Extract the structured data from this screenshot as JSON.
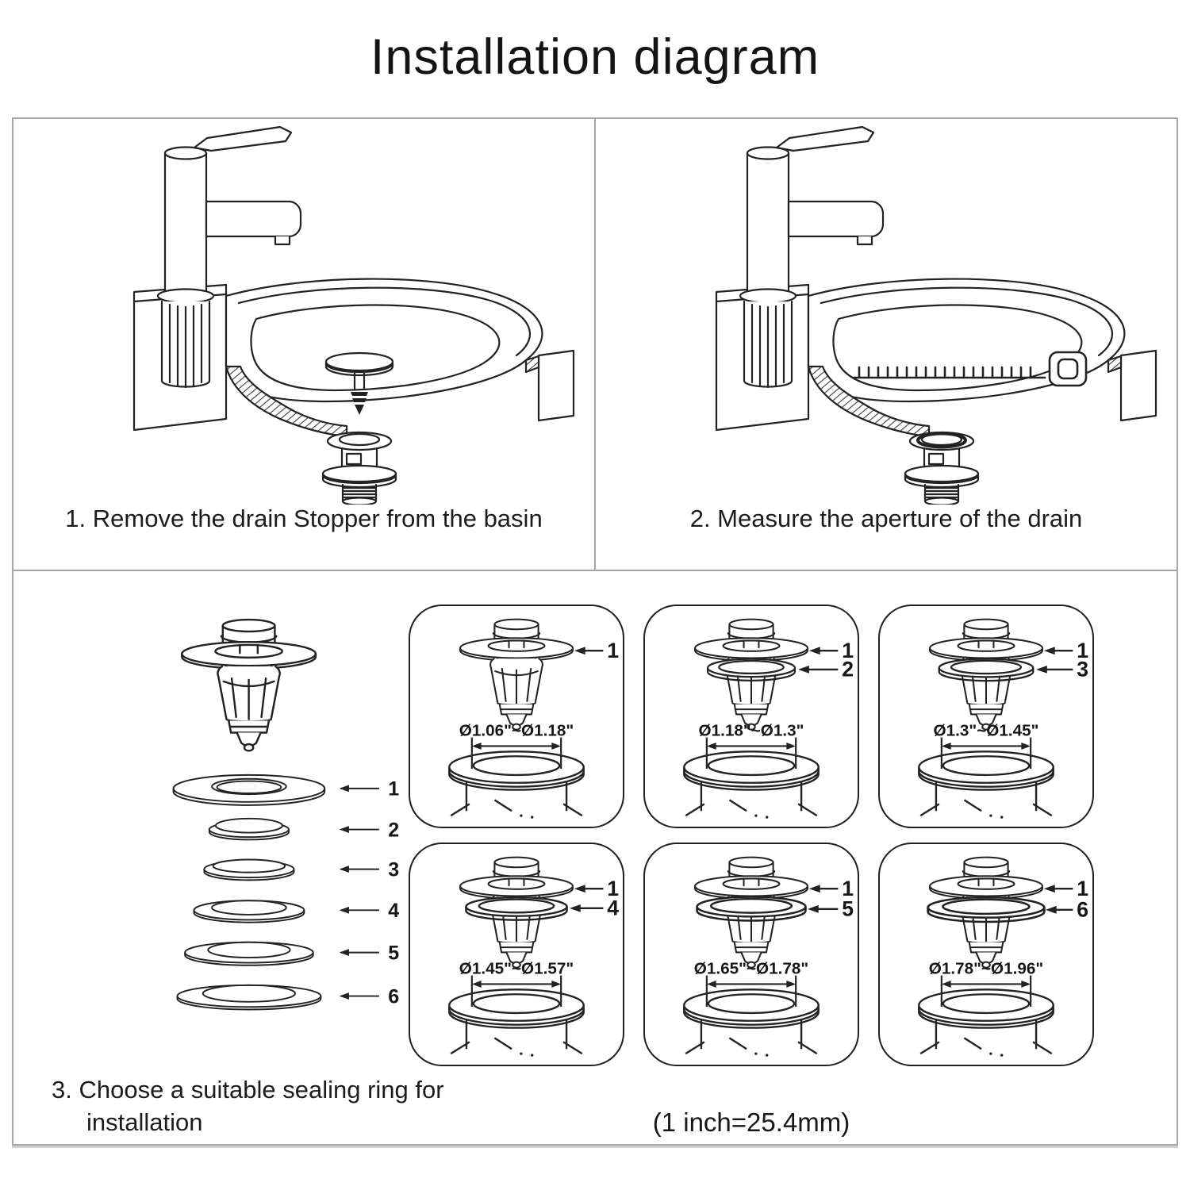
{
  "title": "Installation diagram",
  "unit_note": "(1 inch=25.4mm)",
  "steps": [
    {
      "caption": "1. Remove the drain Stopper from the basin"
    },
    {
      "caption": "2. Measure the aperture of the drain"
    },
    {
      "caption_line1": "3. Choose a suitable sealing ring for",
      "caption_line2": "installation"
    }
  ],
  "exploded_view": {
    "part_labels": [
      "1",
      "2",
      "3",
      "4",
      "5",
      "6"
    ]
  },
  "size_options": [
    {
      "range": "Ø1.06\"~Ø1.18\"",
      "callouts": [
        "1"
      ]
    },
    {
      "range": "Ø1.18\"~Ø1.3\"",
      "callouts": [
        "1",
        "2"
      ]
    },
    {
      "range": "Ø1.3\"~Ø1.45\"",
      "callouts": [
        "1",
        "3"
      ]
    },
    {
      "range": "Ø1.45\"~Ø1.57\"",
      "callouts": [
        "1",
        "4"
      ]
    },
    {
      "range": "Ø1.65\"~Ø1.78\"",
      "callouts": [
        "1",
        "5"
      ]
    },
    {
      "range": "Ø1.78\"~Ø1.96\"",
      "callouts": [
        "1",
        "6"
      ]
    }
  ],
  "colors": {
    "line": "#222222",
    "frame_border": "#a6a6a6",
    "background": "#ffffff"
  }
}
